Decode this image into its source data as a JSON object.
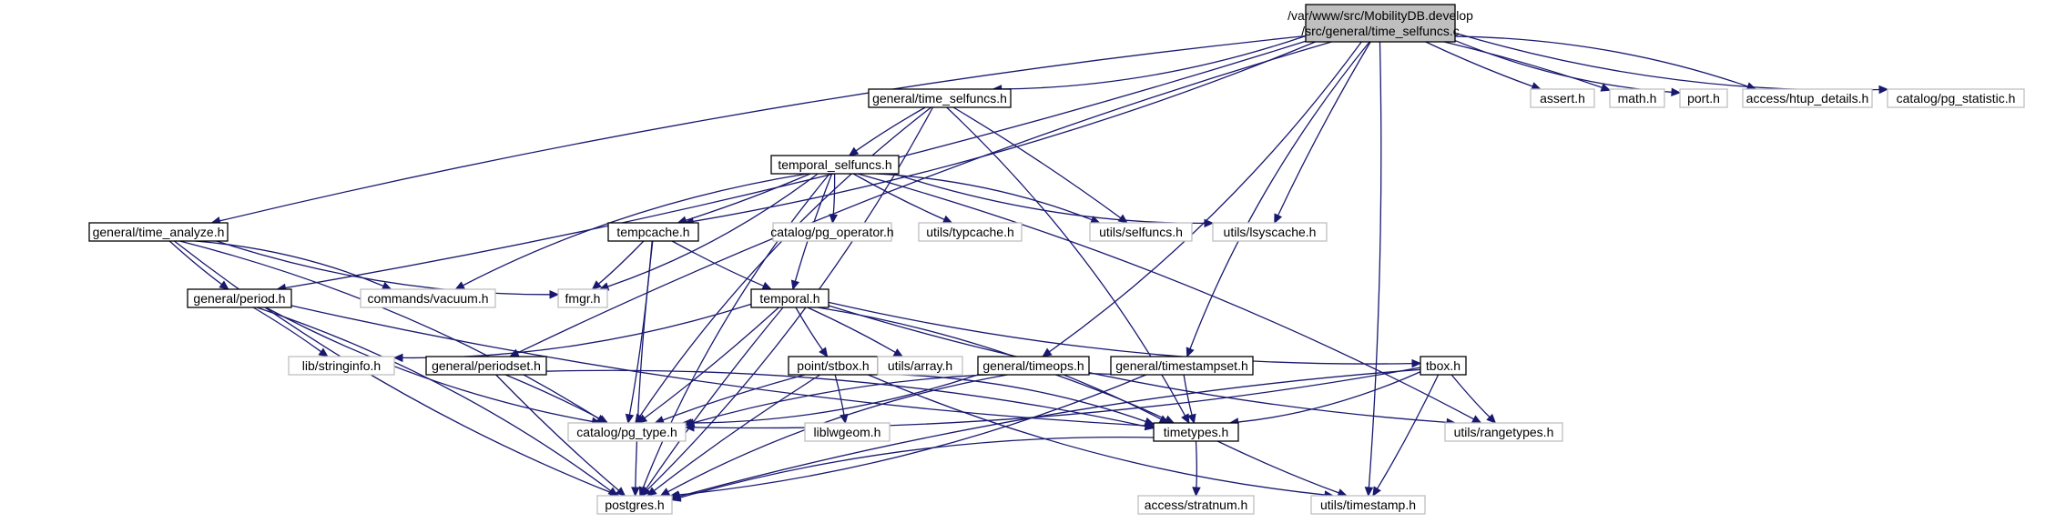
{
  "graph": {
    "title": "",
    "colors": {
      "edge": "#191970",
      "root_fill": "#bfbfbf",
      "node_border_documented": "#000000",
      "node_border_external": "#bfbfbf",
      "node_fill": "#ffffff"
    },
    "nodes": [
      {
        "id": "root",
        "lines": [
          "/var/www/src/MobilityDB.develop",
          "/src/general/time_selfuncs.c"
        ],
        "kind": "root"
      },
      {
        "id": "gen_time_selfuncs_h",
        "lines": [
          "general/time_selfuncs.h"
        ],
        "kind": "documented"
      },
      {
        "id": "temporal_selfuncs_h",
        "lines": [
          "temporal_selfuncs.h"
        ],
        "kind": "documented"
      },
      {
        "id": "gen_time_analyze_h",
        "lines": [
          "general/time_analyze.h"
        ],
        "kind": "documented"
      },
      {
        "id": "tempcache_h",
        "lines": [
          "tempcache.h"
        ],
        "kind": "documented"
      },
      {
        "id": "gen_period_h",
        "lines": [
          "general/period.h"
        ],
        "kind": "documented"
      },
      {
        "id": "temporal_h",
        "lines": [
          "temporal.h"
        ],
        "kind": "documented"
      },
      {
        "id": "gen_periodset_h",
        "lines": [
          "general/periodset.h"
        ],
        "kind": "documented"
      },
      {
        "id": "point_stbox_h",
        "lines": [
          "point/stbox.h"
        ],
        "kind": "documented"
      },
      {
        "id": "gen_timeops_h",
        "lines": [
          "general/timeops.h"
        ],
        "kind": "documented"
      },
      {
        "id": "gen_timestampset_h",
        "lines": [
          "general/timestampset.h"
        ],
        "kind": "documented"
      },
      {
        "id": "tbox_h",
        "lines": [
          "tbox.h"
        ],
        "kind": "documented"
      },
      {
        "id": "timetypes_h",
        "lines": [
          "timetypes.h"
        ],
        "kind": "documented"
      },
      {
        "id": "assert_h",
        "lines": [
          "assert.h"
        ],
        "kind": "external"
      },
      {
        "id": "math_h",
        "lines": [
          "math.h"
        ],
        "kind": "external"
      },
      {
        "id": "port_h",
        "lines": [
          "port.h"
        ],
        "kind": "external"
      },
      {
        "id": "access_htup_details_h",
        "lines": [
          "access/htup_details.h"
        ],
        "kind": "external"
      },
      {
        "id": "catalog_pg_statistic_h",
        "lines": [
          "catalog/pg_statistic.h"
        ],
        "kind": "external"
      },
      {
        "id": "catalog_pg_operator_h",
        "lines": [
          "catalog/pg_operator.h"
        ],
        "kind": "external"
      },
      {
        "id": "utils_typcache_h",
        "lines": [
          "utils/typcache.h"
        ],
        "kind": "external"
      },
      {
        "id": "utils_selfuncs_h",
        "lines": [
          "utils/selfuncs.h"
        ],
        "kind": "external"
      },
      {
        "id": "utils_lsyscache_h",
        "lines": [
          "utils/lsyscache.h"
        ],
        "kind": "external"
      },
      {
        "id": "commands_vacuum_h",
        "lines": [
          "commands/vacuum.h"
        ],
        "kind": "external"
      },
      {
        "id": "fmgr_h",
        "lines": [
          "fmgr.h"
        ],
        "kind": "external"
      },
      {
        "id": "lib_stringinfo_h",
        "lines": [
          "lib/stringinfo.h"
        ],
        "kind": "external"
      },
      {
        "id": "utils_array_h",
        "lines": [
          "utils/array.h"
        ],
        "kind": "external"
      },
      {
        "id": "catalog_pg_type_h",
        "lines": [
          "catalog/pg_type.h"
        ],
        "kind": "external"
      },
      {
        "id": "liblwgeom_h",
        "lines": [
          "liblwgeom.h"
        ],
        "kind": "external"
      },
      {
        "id": "utils_rangetypes_h",
        "lines": [
          "utils/rangetypes.h"
        ],
        "kind": "external"
      },
      {
        "id": "postgres_h",
        "lines": [
          "postgres.h"
        ],
        "kind": "external"
      },
      {
        "id": "access_stratnum_h",
        "lines": [
          "access/stratnum.h"
        ],
        "kind": "external"
      },
      {
        "id": "utils_timestamp_h",
        "lines": [
          "utils/timestamp.h"
        ],
        "kind": "external"
      }
    ],
    "edges": [
      [
        "root",
        "gen_time_selfuncs_h"
      ],
      [
        "root",
        "gen_time_analyze_h"
      ],
      [
        "root",
        "gen_period_h"
      ],
      [
        "root",
        "gen_periodset_h"
      ],
      [
        "root",
        "tempcache_h"
      ],
      [
        "root",
        "utils_lsyscache_h"
      ],
      [
        "root",
        "gen_timeops_h"
      ],
      [
        "root",
        "gen_timestampset_h"
      ],
      [
        "root",
        "utils_timestamp_h"
      ],
      [
        "root",
        "assert_h"
      ],
      [
        "root",
        "math_h"
      ],
      [
        "root",
        "port_h"
      ],
      [
        "root",
        "access_htup_details_h"
      ],
      [
        "root",
        "catalog_pg_statistic_h"
      ],
      [
        "gen_time_selfuncs_h",
        "postgres_h"
      ],
      [
        "gen_time_selfuncs_h",
        "catalog_pg_type_h"
      ],
      [
        "gen_time_selfuncs_h",
        "utils_selfuncs_h"
      ],
      [
        "gen_time_selfuncs_h",
        "temporal_selfuncs_h"
      ],
      [
        "gen_time_selfuncs_h",
        "timetypes_h"
      ],
      [
        "temporal_selfuncs_h",
        "postgres_h"
      ],
      [
        "temporal_selfuncs_h",
        "fmgr_h"
      ],
      [
        "temporal_selfuncs_h",
        "commands_vacuum_h"
      ],
      [
        "temporal_selfuncs_h",
        "tempcache_h"
      ],
      [
        "temporal_selfuncs_h",
        "temporal_h"
      ],
      [
        "temporal_selfuncs_h",
        "catalog_pg_operator_h"
      ],
      [
        "temporal_selfuncs_h",
        "utils_typcache_h"
      ],
      [
        "temporal_selfuncs_h",
        "utils_selfuncs_h"
      ],
      [
        "temporal_selfuncs_h",
        "utils_lsyscache_h"
      ],
      [
        "temporal_selfuncs_h",
        "utils_rangetypes_h"
      ],
      [
        "gen_time_analyze_h",
        "gen_period_h"
      ],
      [
        "gen_time_analyze_h",
        "commands_vacuum_h"
      ],
      [
        "gen_time_analyze_h",
        "fmgr_h"
      ],
      [
        "gen_time_analyze_h",
        "catalog_pg_type_h"
      ],
      [
        "gen_time_analyze_h",
        "postgres_h"
      ],
      [
        "tempcache_h",
        "fmgr_h"
      ],
      [
        "tempcache_h",
        "temporal_h"
      ],
      [
        "tempcache_h",
        "catalog_pg_type_h"
      ],
      [
        "tempcache_h",
        "postgres_h"
      ],
      [
        "gen_period_h",
        "lib_stringinfo_h"
      ],
      [
        "gen_period_h",
        "catalog_pg_type_h"
      ],
      [
        "gen_period_h",
        "postgres_h"
      ],
      [
        "gen_period_h",
        "timetypes_h"
      ],
      [
        "temporal_h",
        "lib_stringinfo_h"
      ],
      [
        "temporal_h",
        "point_stbox_h"
      ],
      [
        "temporal_h",
        "utils_array_h"
      ],
      [
        "temporal_h",
        "tbox_h"
      ],
      [
        "temporal_h",
        "catalog_pg_type_h"
      ],
      [
        "temporal_h",
        "postgres_h"
      ],
      [
        "temporal_h",
        "timetypes_h"
      ],
      [
        "temporal_h",
        "utils_rangetypes_h"
      ],
      [
        "gen_periodset_h",
        "catalog_pg_type_h"
      ],
      [
        "gen_periodset_h",
        "postgres_h"
      ],
      [
        "gen_periodset_h",
        "timetypes_h"
      ],
      [
        "point_stbox_h",
        "catalog_pg_type_h"
      ],
      [
        "point_stbox_h",
        "liblwgeom_h"
      ],
      [
        "point_stbox_h",
        "postgres_h"
      ],
      [
        "point_stbox_h",
        "timetypes_h"
      ],
      [
        "point_stbox_h",
        "utils_timestamp_h"
      ],
      [
        "gen_timeops_h",
        "catalog_pg_type_h"
      ],
      [
        "gen_timeops_h",
        "postgres_h"
      ],
      [
        "gen_timeops_h",
        "timetypes_h"
      ],
      [
        "gen_timestampset_h",
        "catalog_pg_type_h"
      ],
      [
        "gen_timestampset_h",
        "postgres_h"
      ],
      [
        "gen_timestampset_h",
        "timetypes_h"
      ],
      [
        "tbox_h",
        "catalog_pg_type_h"
      ],
      [
        "tbox_h",
        "utils_rangetypes_h"
      ],
      [
        "tbox_h",
        "timetypes_h"
      ],
      [
        "tbox_h",
        "postgres_h"
      ],
      [
        "tbox_h",
        "utils_timestamp_h"
      ],
      [
        "timetypes_h",
        "postgres_h"
      ],
      [
        "timetypes_h",
        "access_stratnum_h"
      ],
      [
        "timetypes_h",
        "utils_timestamp_h"
      ]
    ]
  }
}
